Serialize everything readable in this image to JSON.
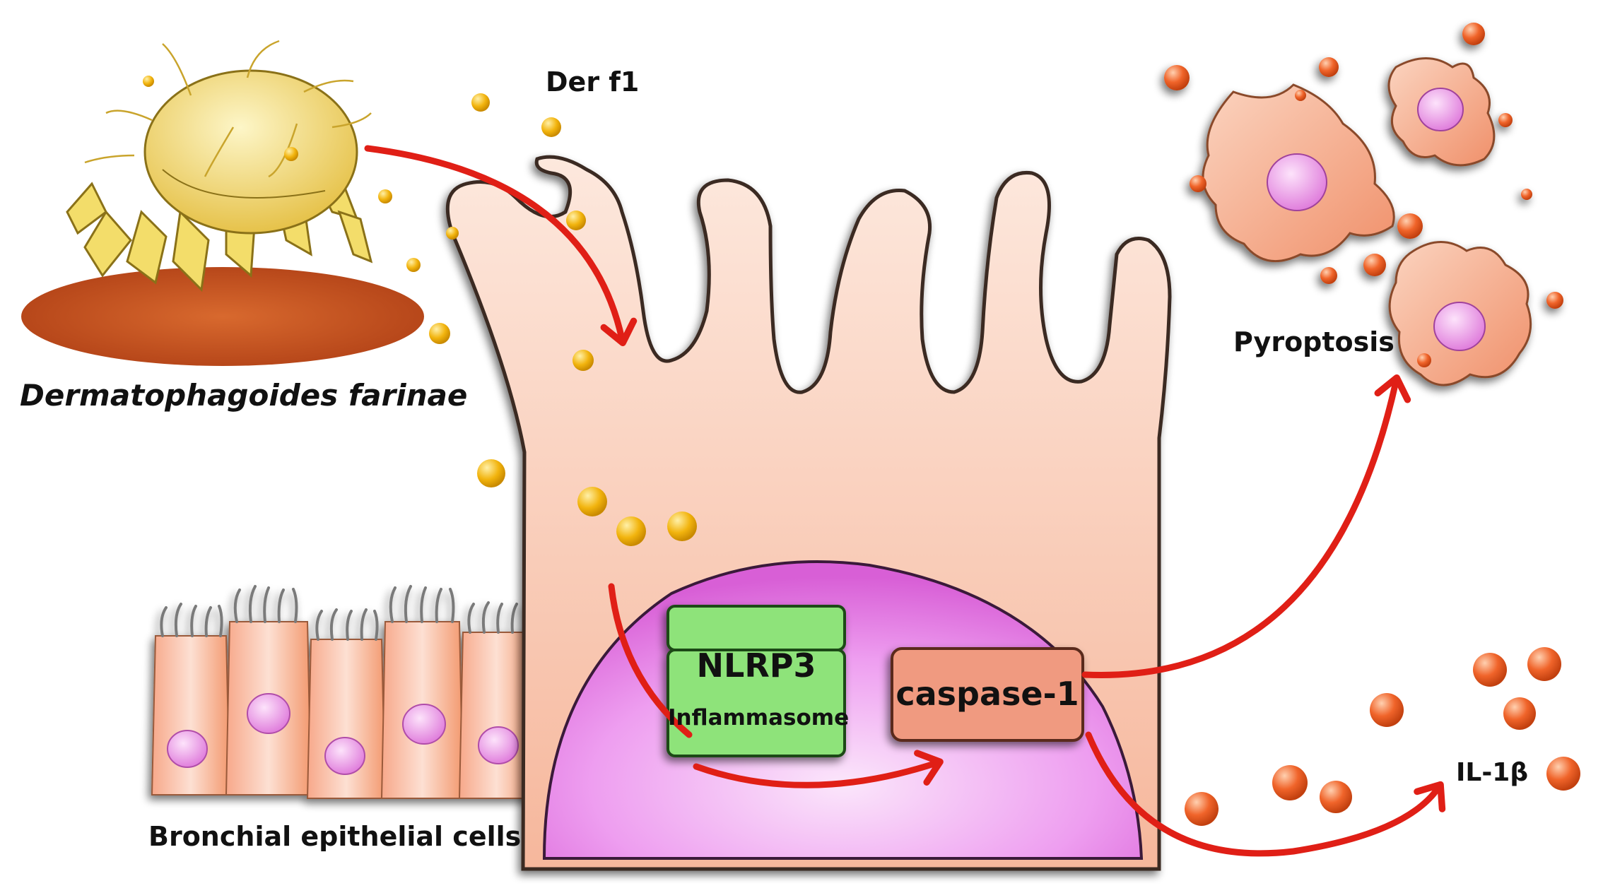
{
  "labels": {
    "mite_species": "Dermatophagoides farinae",
    "allergen": "Der f1",
    "pyroptosis": "Pyroptosis",
    "cytokine": "IL-1β",
    "epithelium": "Bronchial epithelial cells",
    "nlrp3": "NLRP3",
    "inflammasome": "Inflammasome",
    "caspase": "caspase-1"
  },
  "colors": {
    "arrow": "#e01f16",
    "cell_fill": "#f8c3ab",
    "nucleus": "#e98fe6",
    "nlrp3_box": "#8ee37a",
    "caspase_box": "#f09a80",
    "particle": "#f2b40e",
    "il1b_particle": "#f0642a",
    "mite": "#f5e07a",
    "ground": "#c9551d"
  }
}
